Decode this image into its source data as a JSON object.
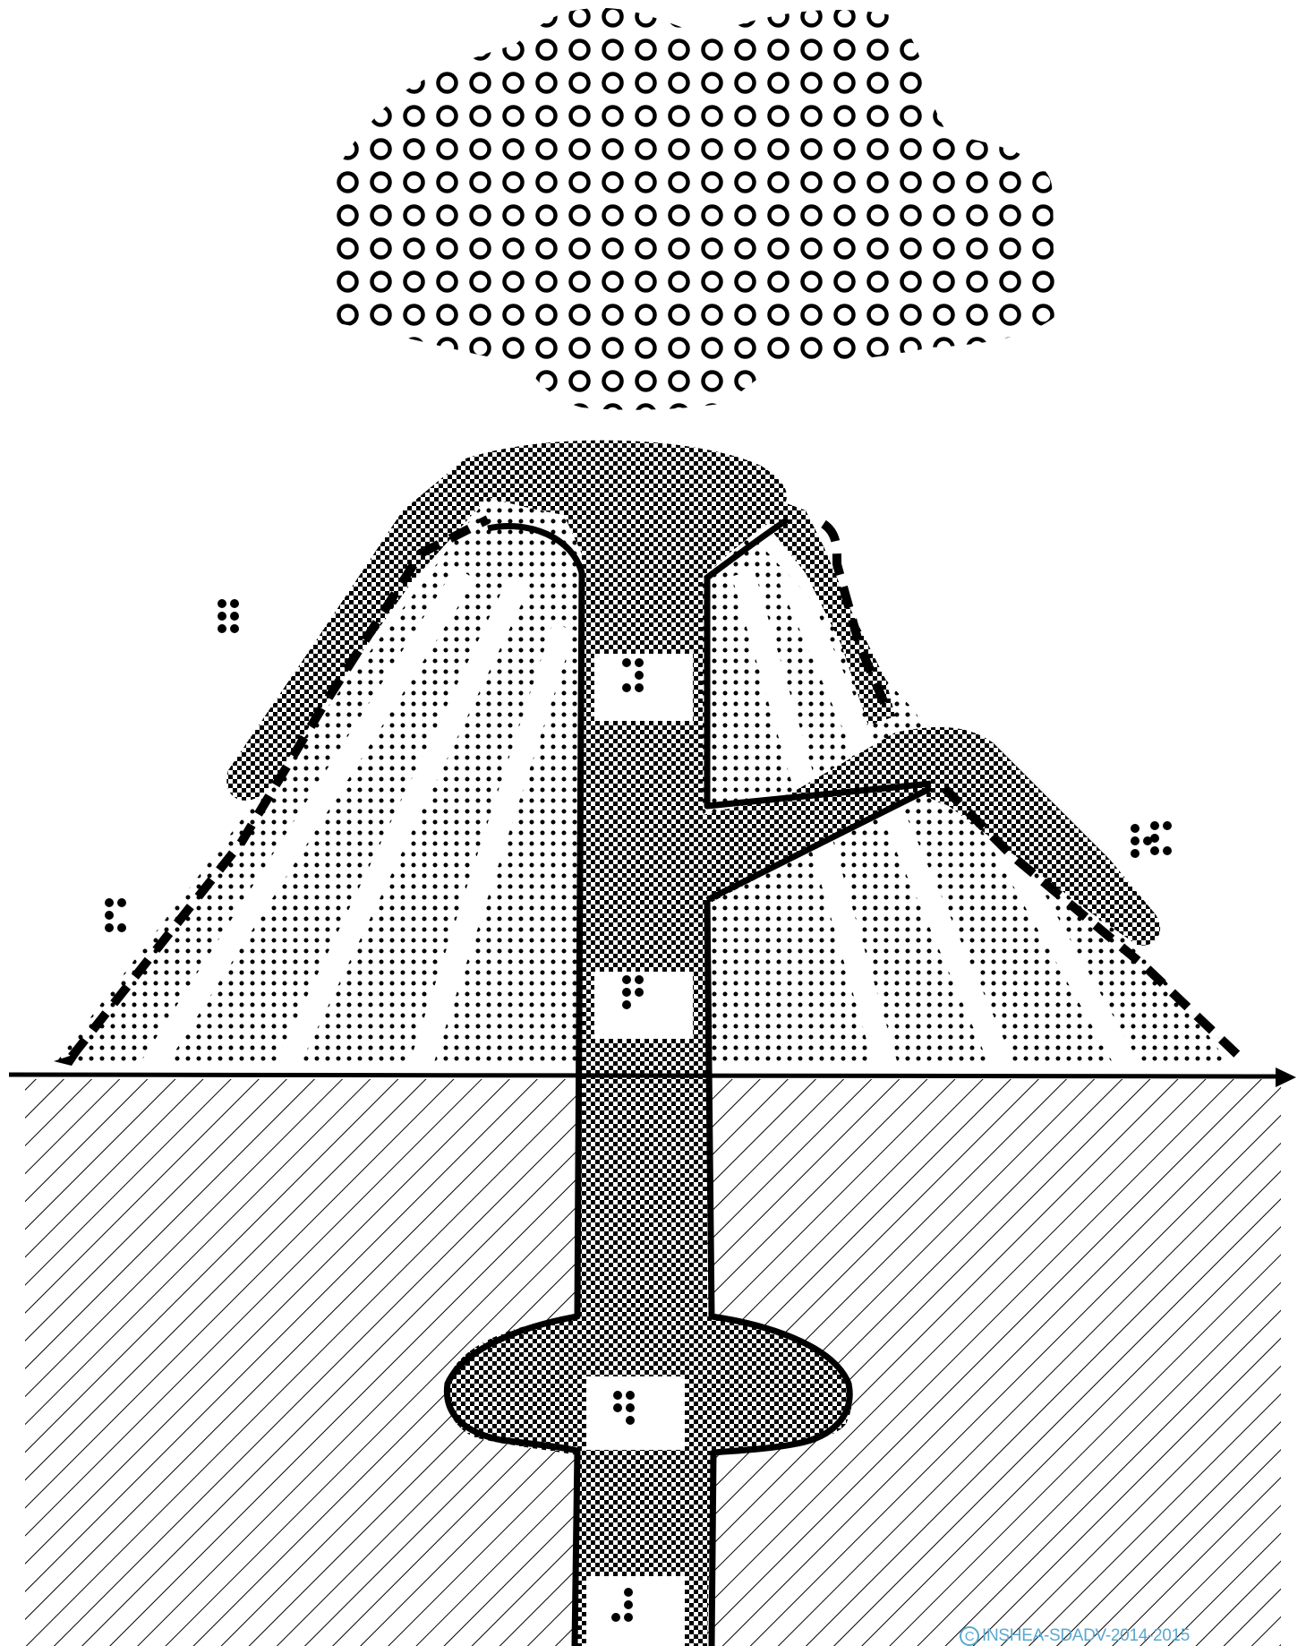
{
  "figure": {
    "subject": "volcano cross-section tactile diagram",
    "style": "black-and-white tactile relief graphic with braille labels",
    "braille_labels": [
      {
        "id": "label-a",
        "dots": [
          [
            1,
            2
          ],
          [
            4,
            5
          ],
          [
            3,
            6
          ]
        ]
      },
      {
        "id": "label-b",
        "dots": [
          [
            1,
            4
          ],
          [
            5
          ],
          [
            3,
            6
          ]
        ]
      },
      {
        "id": "label-c",
        "dots": [
          [
            1,
            4
          ],
          [
            2,
            5
          ],
          [
            3
          ]
        ]
      },
      {
        "id": "label-d",
        "dots": [
          [
            1
          ],
          [
            4,
            5
          ],
          [
            2,
            6
          ]
        ]
      },
      {
        "id": "label-e",
        "dots": [
          [
            4
          ],
          [
            5
          ],
          [
            3,
            6
          ]
        ]
      },
      {
        "id": "label-f",
        "dots": [
          [
            1,
            4
          ],
          [
            2
          ],
          [
            3,
            6
          ]
        ]
      },
      {
        "id": "label-g",
        "dots": [
          [
            1
          ],
          [
            2,
            5
          ],
          [
            3
          ]
        ]
      },
      {
        "id": "label-h",
        "dots": [
          [
            1,
            4
          ],
          [
            2
          ],
          [
            3,
            6
          ]
        ]
      }
    ]
  },
  "credit": {
    "symbol": "C",
    "text": "INSHEA-SDADV-2014-2015"
  }
}
